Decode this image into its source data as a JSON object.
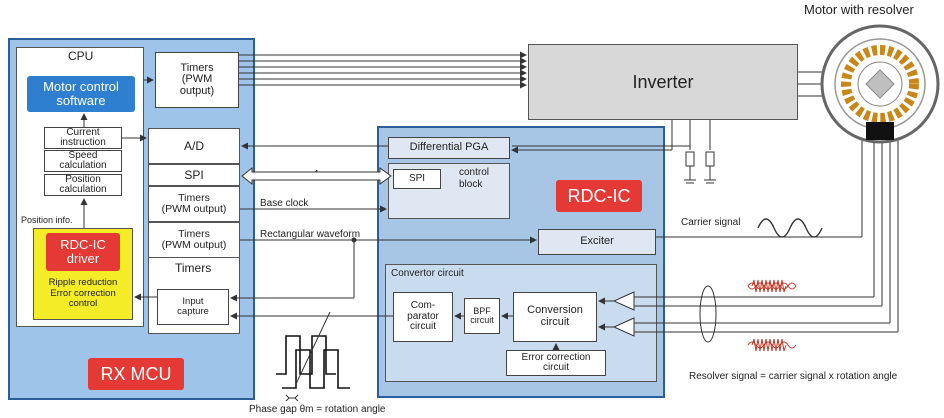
{
  "colors": {
    "rx_bg": "#9ec4ea",
    "rx_border": "#2a5f9a",
    "rdc_bg": "#a7c6e6",
    "rdc_inner": "#c9dbee",
    "sw_blue": "#2f7fd0",
    "driver_yellow": "#f3ec27",
    "red_label": "#e53935",
    "inverter_gray": "#d8d8d8",
    "wave_red": "#c0392b"
  },
  "title_motor": "Motor with resolver",
  "rx": {
    "cpu": "CPU",
    "motor_sw": [
      "Motor control",
      "software"
    ],
    "current": [
      "Current",
      "instruction"
    ],
    "speed": [
      "Speed",
      "calculation"
    ],
    "position": [
      "Position",
      "calculation"
    ],
    "position_info": "Position info.",
    "driver_title": [
      "RDC-IC",
      "driver"
    ],
    "driver_desc": [
      "Ripple reduction",
      "Error correction",
      "control"
    ],
    "timers_pwm_top": [
      "Timers",
      "(PWM",
      "output)"
    ],
    "ad": "A/D",
    "spi": "SPI",
    "timers_pwm1": [
      "Timers",
      "(PWM output)"
    ],
    "timers_pwm2": [
      "Timers",
      "(PWM output)"
    ],
    "timers": "Timers",
    "input_capture": [
      "Input",
      "capture"
    ],
    "name": "RX MCU"
  },
  "inverter": "Inverter",
  "rdc": {
    "pga": "Differential PGA",
    "spi": "SPI",
    "control_block": [
      "control",
      "block"
    ],
    "name": "RDC-IC",
    "exciter": "Exciter",
    "convertor": "Convertor circuit",
    "comparator": [
      "Com-",
      "parator",
      "circuit"
    ],
    "bpf": [
      "BPF",
      "circuit"
    ],
    "conversion": [
      "Conversion",
      "circuit"
    ],
    "error_corr": [
      "Error correction",
      "circuit"
    ]
  },
  "signals": {
    "bus_width": "4",
    "base_clock": "Base clock",
    "rect_waveform": "Rectangular waveform",
    "carrier": "Carrier signal",
    "resolver_signal": "Resolver signal = carrier signal x rotation angle",
    "phase_gap": "Phase gap θm = rotation angle"
  }
}
